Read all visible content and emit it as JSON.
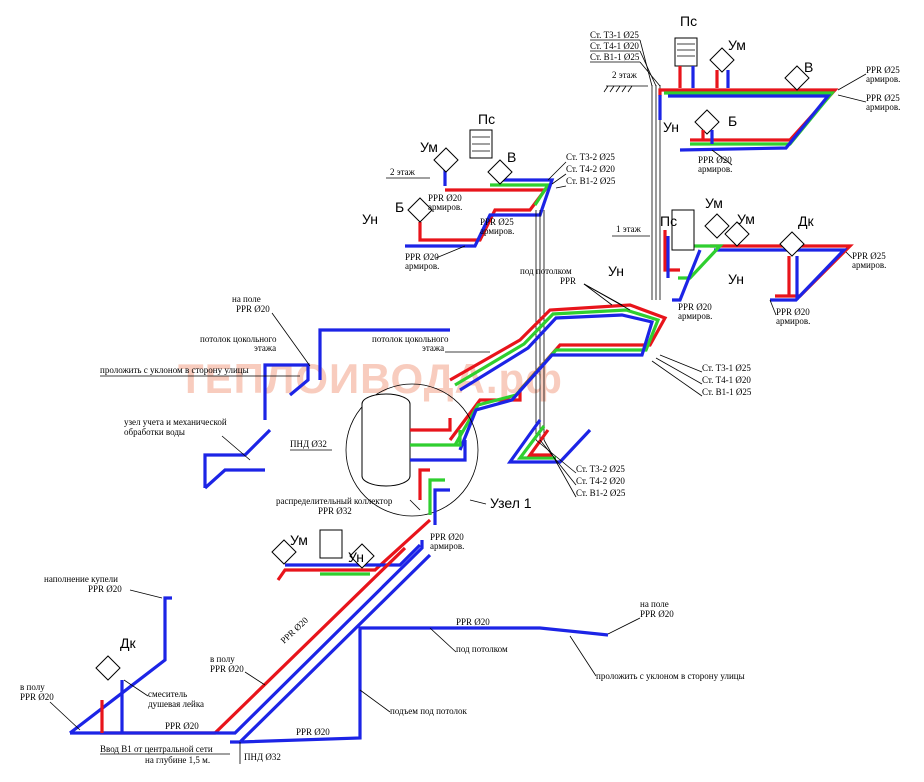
{
  "diagram": {
    "watermark": "ТЕПЛОИВОДА.рф",
    "node_label": "Узел 1",
    "stoyak_labels_top": [
      "Ст. Т3-1 Ø25",
      "Ст. Т4-1 Ø20",
      "Ст. В1-1 Ø25"
    ],
    "stoyak_labels_mid": [
      "Ст. Т3-2 Ø25",
      "Ст. Т4-2 Ø20",
      "Ст. В1-2 Ø25"
    ],
    "stoyak_labels_right": [
      "Ст. Т3-1 Ø25",
      "Ст. Т4-1 Ø20",
      "Ст. В1-1 Ø25"
    ],
    "stoyak_labels_low": [
      "Ст. Т3-2 Ø25",
      "Ст. Т4-2 Ø20",
      "Ст. В1-2 Ø25"
    ],
    "floor2_label": "2 этаж",
    "floor1_label": "1 этаж",
    "ppr25_arm": "PPR Ø25\nармиров.",
    "ppr20_arm": "PPR Ø20\nармиров.",
    "ppr20": "PPR Ø20",
    "ppr32": "PPR Ø32",
    "pnd32": "ПНД Ø32",
    "under_ceiling_ppr": "под потолком\nPPR",
    "under_ceiling": "под потолком",
    "basement_ceiling": "потолок цокольного\nэтажа",
    "on_field_ppr20": "на поле\nPPR Ø20",
    "slope_street": "проложить с уклоном в сторону улицы",
    "metering": "узел учета и механической\nобработки воды",
    "collector": "распределительный коллектор\nPPR Ø32",
    "bath_fill": "наполнение купели\nPPR Ø20",
    "in_floor_ppr20": "в полу\nPPR Ø20",
    "mixer": "смеситель\nдушевая лейка",
    "input_b1": "Ввод В1 от центральной сети\nна глубине 1,5 м.",
    "rise_ceiling": "подъем под потолок",
    "fixtures": {
      "um": "Ум",
      "un": "Ун",
      "ps": "Пс",
      "v": "В",
      "b": "Б",
      "dk": "Дк"
    }
  }
}
